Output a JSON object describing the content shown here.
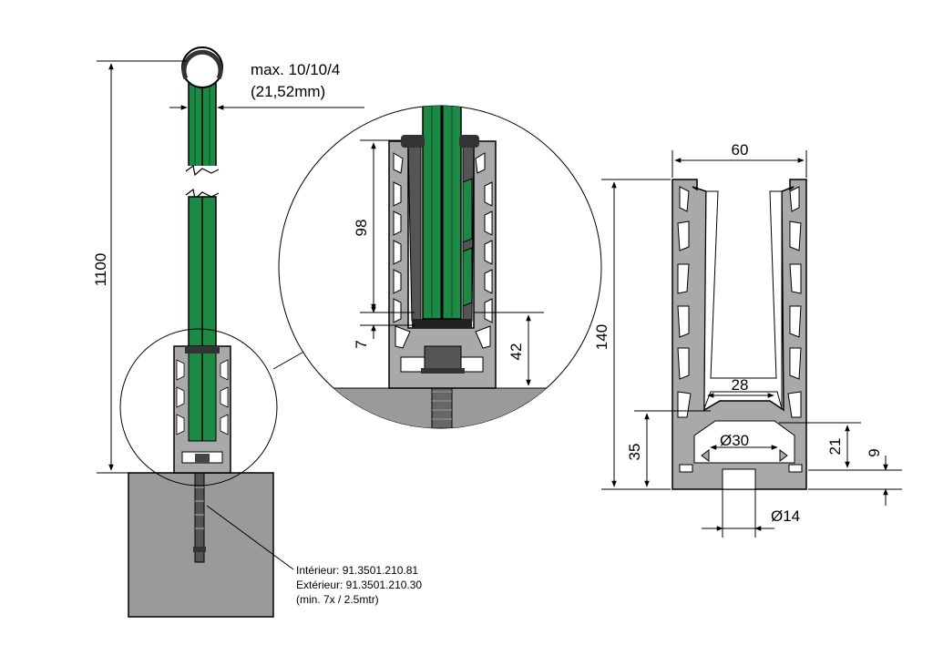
{
  "labels": {
    "height_total": "1100",
    "glass_max": "max. 10/10/4",
    "glass_mm": "(21,52mm)",
    "d98": "98",
    "d7": "7",
    "d42": "42",
    "d60": "60",
    "d140": "140",
    "d28": "28",
    "d30": "Ø30",
    "d21": "21",
    "d9": "9",
    "d35": "35",
    "d14": "Ø14",
    "anchor_line1": "Intérieur: 91.3501.210.81",
    "anchor_line2": "Extérieur: 91.3501.210.30",
    "anchor_line3": "(min. 7x / 2.5mtr)"
  },
  "colors": {
    "glass_green": "#1c8a45",
    "aluminium": "#a9a9a9",
    "concrete": "#9a9a9a",
    "dark": "#3c3c3c"
  }
}
